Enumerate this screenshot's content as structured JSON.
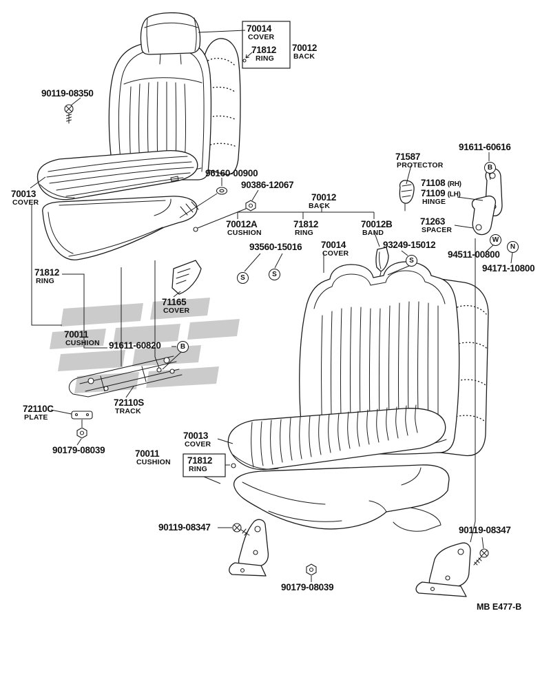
{
  "labels": {
    "front_cover_top": {
      "number": "70014",
      "caption": "COVER"
    },
    "front_ring_top": {
      "number": "71812",
      "caption": "RING"
    },
    "front_back": {
      "number": "70012",
      "caption": "BACK"
    },
    "screw_90119_08350": {
      "number": "90119-08350"
    },
    "front_cushion_cover": {
      "number": "70013",
      "caption": "COVER"
    },
    "grommet_96160_00900": {
      "number": "96160-00900"
    },
    "nut_90386_12067": {
      "number": "90386-12067"
    },
    "protector_71587": {
      "number": "71587",
      "caption": "PROTECTOR"
    },
    "bolt_91611_60616": {
      "number": "91611-60616"
    },
    "hinge_rh": {
      "number": "71108",
      "suffix": "(RH)"
    },
    "hinge_lh": {
      "number": "71109",
      "suffix": "(LH)"
    },
    "hinge_caption": {
      "caption": "HINGE"
    },
    "spacer_71263": {
      "number": "71263",
      "caption": "SPACER"
    },
    "rear_back": {
      "number": "70012",
      "caption": "BACK"
    },
    "rear_cushion_70012a": {
      "number": "70012A",
      "caption": "CUSHION"
    },
    "rear_ring_71812": {
      "number": "71812",
      "caption": "RING"
    },
    "rear_band_70012b": {
      "number": "70012B",
      "caption": "BAND"
    },
    "screw_93560_15016": {
      "number": "93560-15016"
    },
    "rear_cover_70014": {
      "number": "70014",
      "caption": "COVER"
    },
    "screw_93249_15012": {
      "number": "93249-15012"
    },
    "washer_94511_00800": {
      "number": "94511-00800"
    },
    "nut_94171_10800": {
      "number": "94171-10800"
    },
    "front_ring_cushion": {
      "number": "71812",
      "caption": "RING"
    },
    "cover_71165": {
      "number": "71165",
      "caption": "COVER"
    },
    "front_cushion": {
      "number": "70011",
      "caption": "CUSHION"
    },
    "bolt_91611_60820": {
      "number": "91611-60820"
    },
    "track_72110s": {
      "number": "72110S",
      "caption": "TRACK"
    },
    "plate_72110c": {
      "number": "72110C",
      "caption": "PLATE"
    },
    "nut_90179_08039_left": {
      "number": "90179-08039"
    },
    "rear_cushion_cover": {
      "number": "70013",
      "caption": "COVER"
    },
    "rear_cushion": {
      "number": "70011",
      "caption": "CUSHION"
    },
    "rear_ring_cushion": {
      "number": "71812",
      "caption": "RING"
    },
    "bolt_90119_08347_left": {
      "number": "90119-08347"
    },
    "bolt_90119_08347_right": {
      "number": "90119-08347"
    },
    "nut_90179_08039_bottom": {
      "number": "90179-08039"
    }
  },
  "markers": {
    "b1": "B",
    "s1": "S",
    "s2": "S",
    "s3": "S",
    "w": "W",
    "n": "N",
    "b2": "B"
  },
  "footer": {
    "code": "MB  E477-B"
  }
}
